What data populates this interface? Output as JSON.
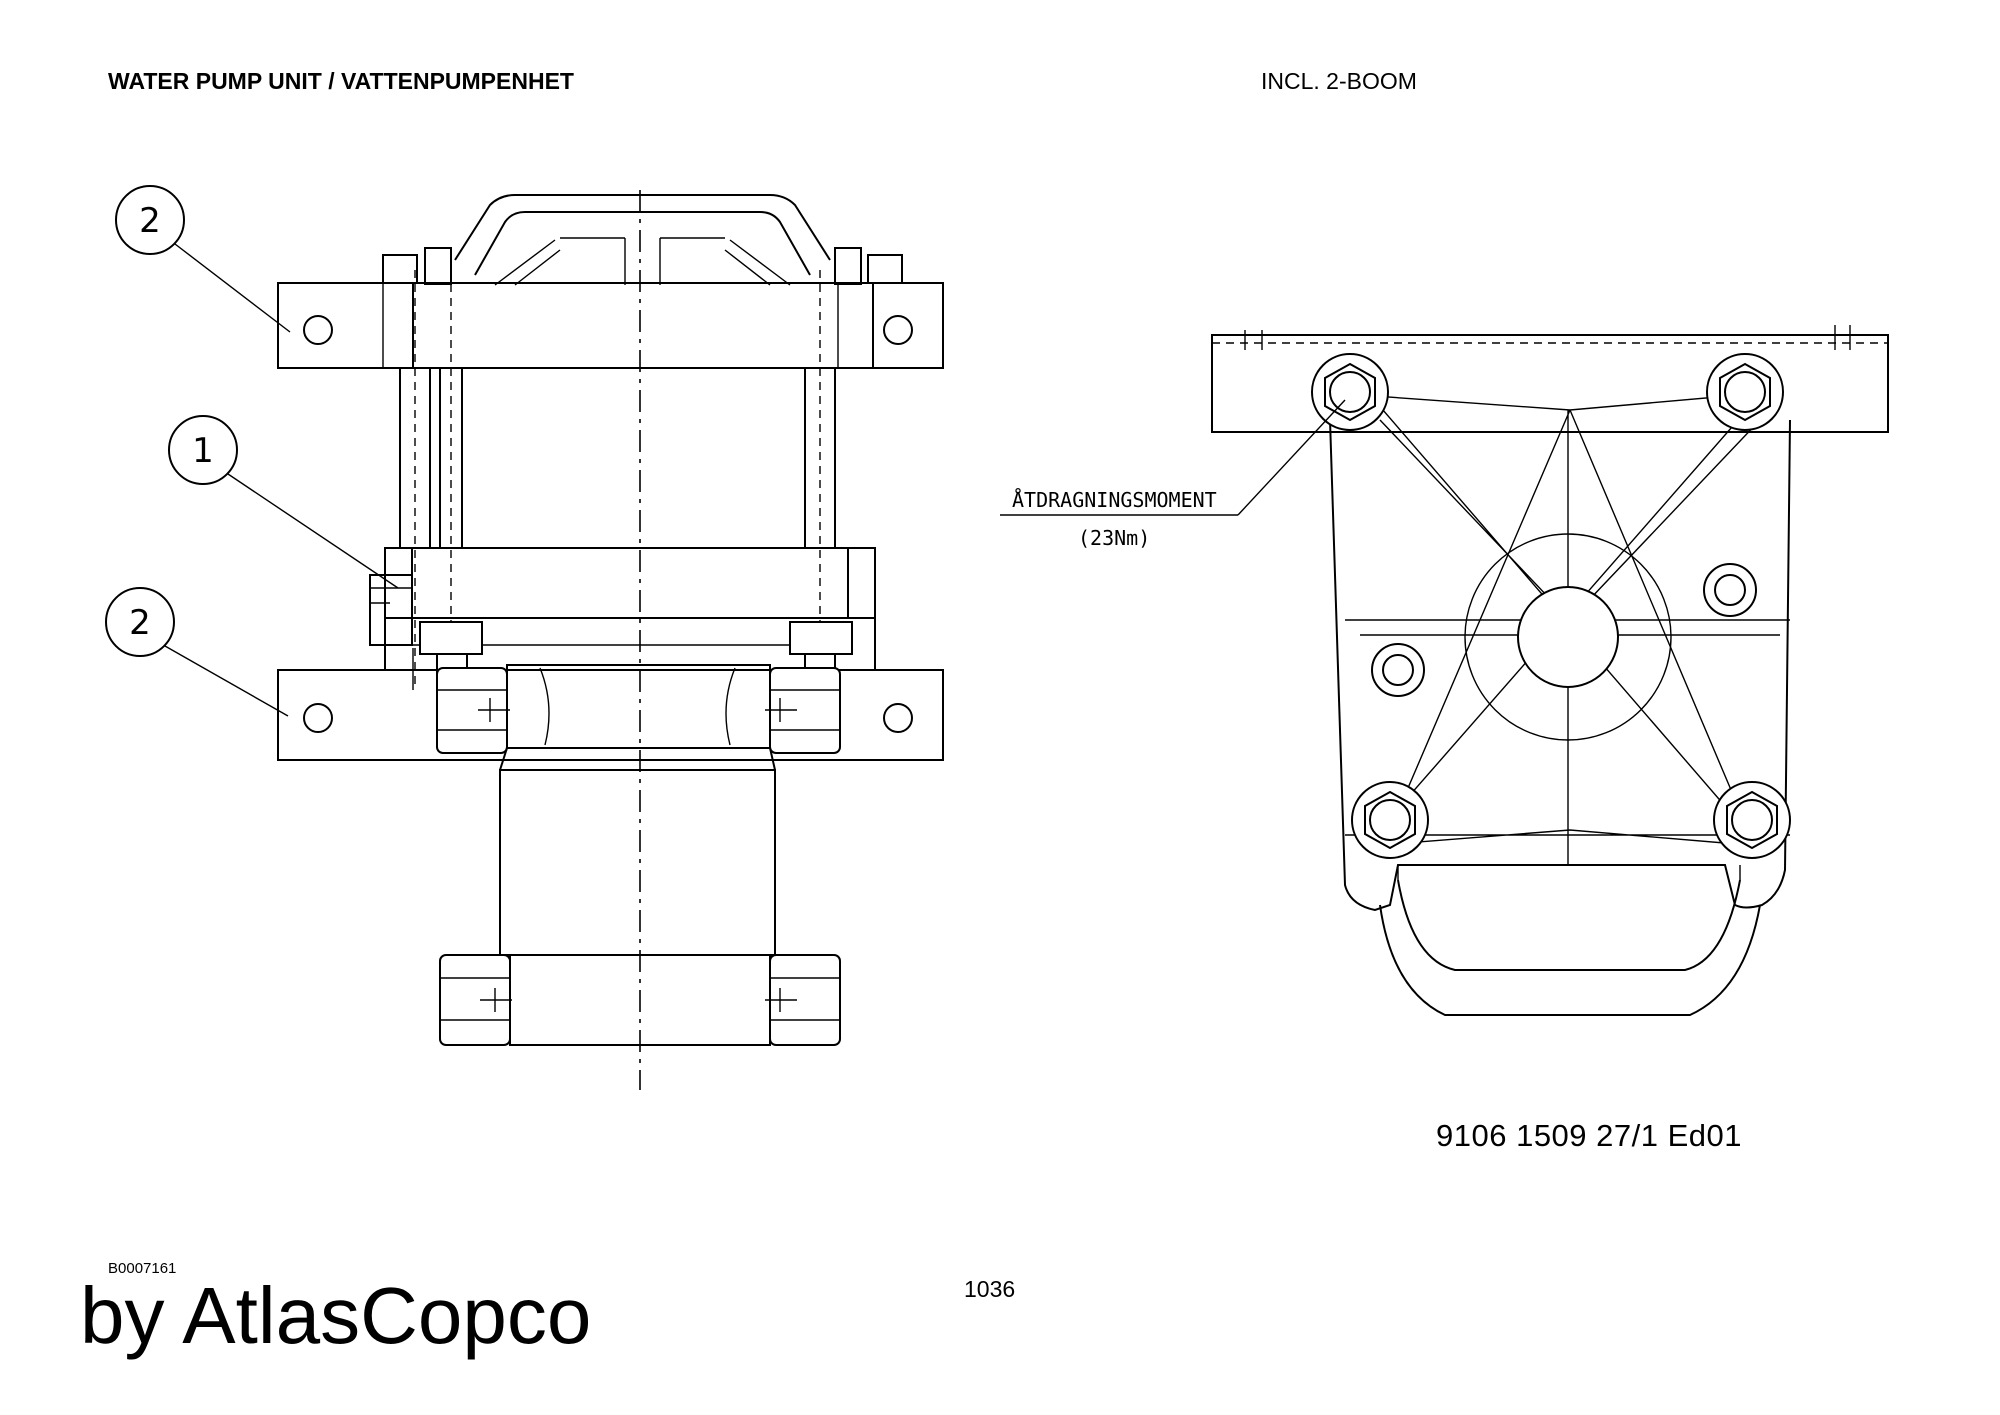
{
  "header": {
    "title": "WATER PUMP UNIT / VATTENPUMPENHET",
    "subtitle": "INCL. 2-BOOM"
  },
  "callouts": [
    {
      "label": "2"
    },
    {
      "label": "1"
    },
    {
      "label": "2"
    }
  ],
  "annotation": {
    "line1": "ÅTDRAGNINGSMOMENT",
    "line2": "(23Nm)"
  },
  "footer": {
    "part_number": "9106 1509 27/1  Ed01",
    "doc_ref": "B0007161",
    "page_number": "1036",
    "brand": "by AtlasCopco"
  }
}
